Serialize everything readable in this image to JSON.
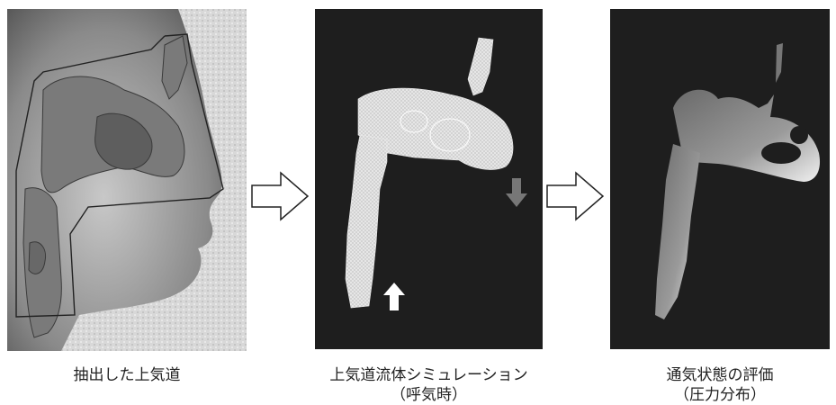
{
  "panels": [
    {
      "caption": "抽出した上気道",
      "subcaption": ""
    },
    {
      "caption": "上気道流体シミュレーション",
      "subcaption": "（呼気時）"
    },
    {
      "caption": "通気状態の評価",
      "subcaption": "（圧力分布）"
    }
  ],
  "icons": {
    "step_arrow": "hollow-right-arrow",
    "flow_in": "white-up-arrow",
    "flow_out": "gray-down-arrow"
  },
  "colors": {
    "panel_dark": "#1e1e1e",
    "airway_light": "#e6e6e6",
    "head_gray": "#9a9a9a",
    "outline": "#222222"
  }
}
